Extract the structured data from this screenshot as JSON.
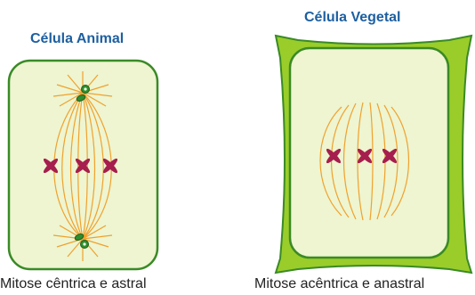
{
  "animal_cell": {
    "title": "Célula Animal",
    "caption": "Mitose cêntrica e astral"
  },
  "plant_cell": {
    "title": "Célula Vegetal",
    "caption": "Mitose acêntrica e anastral"
  },
  "colors": {
    "title": "#1d5fa0",
    "membrane": "#3a8a26",
    "cell_wall": "#9acd2a",
    "cytoplasm": "#eef5d0",
    "spindle": "#f0a12e",
    "chromosome": "#a61e4d",
    "centriole": "#2e8f2e"
  }
}
